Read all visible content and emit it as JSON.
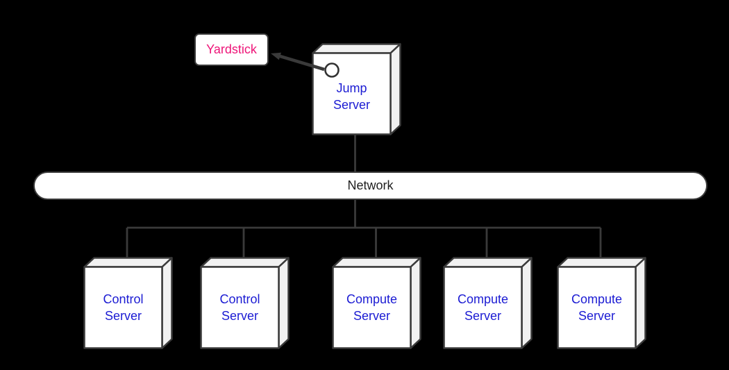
{
  "nodes": {
    "yardstick": {
      "label": "Yardstick",
      "shape": "rounded-rectangle",
      "text_color": "#ee1478"
    },
    "jump_server": {
      "label": "Jump Server",
      "shape": "3d-node-cube",
      "text_color": "#1b1bd3",
      "port": "circle-port"
    },
    "network": {
      "label": "Network",
      "shape": "pill",
      "text_color": "#1f1f1f"
    },
    "servers": [
      {
        "label": "Control Server",
        "shape": "3d-node-cube",
        "text_color": "#1b1bd3"
      },
      {
        "label": "Control Server",
        "shape": "3d-node-cube",
        "text_color": "#1b1bd3"
      },
      {
        "label": "Compute Server",
        "shape": "3d-node-cube",
        "text_color": "#1b1bd3"
      },
      {
        "label": "Compute Server",
        "shape": "3d-node-cube",
        "text_color": "#1b1bd3"
      },
      {
        "label": "Compute Server",
        "shape": "3d-node-cube",
        "text_color": "#1b1bd3"
      }
    ]
  },
  "edges": [
    {
      "from": "jump_server_port",
      "to": "yardstick",
      "style": "thick-arrow"
    },
    {
      "from": "jump_server",
      "to": "network",
      "style": "line"
    },
    {
      "from": "network",
      "to": "control_server_1",
      "style": "line"
    },
    {
      "from": "network",
      "to": "control_server_2",
      "style": "line"
    },
    {
      "from": "network",
      "to": "compute_server_1",
      "style": "line"
    },
    {
      "from": "network",
      "to": "compute_server_2",
      "style": "line"
    },
    {
      "from": "network",
      "to": "compute_server_3",
      "style": "line"
    }
  ],
  "colors": {
    "background": "#000000",
    "node_fill": "#ffffff",
    "node_side_fill": "#f1f1f1",
    "node_border": "#3a3a3a",
    "connector": "#3a3a3a",
    "server_label": "#1b1bd3",
    "yardstick_label": "#ee1478",
    "network_label": "#1f1f1f"
  }
}
